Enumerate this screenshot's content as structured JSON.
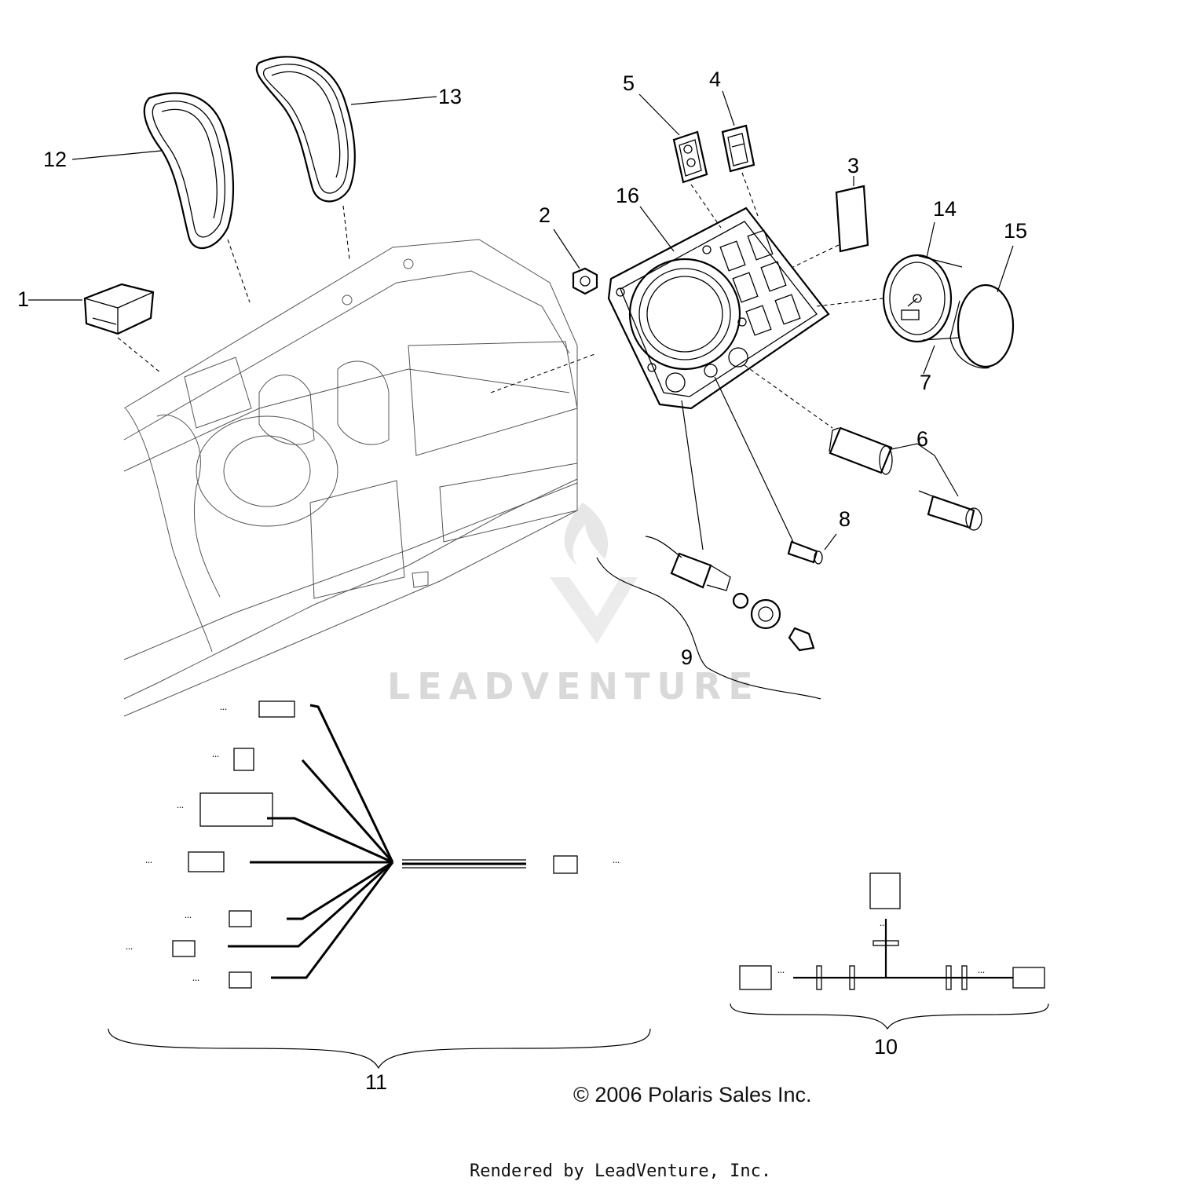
{
  "callouts": [
    {
      "id": "1",
      "label": "1"
    },
    {
      "id": "2",
      "label": "2"
    },
    {
      "id": "3",
      "label": "3"
    },
    {
      "id": "4",
      "label": "4"
    },
    {
      "id": "5",
      "label": "5"
    },
    {
      "id": "6",
      "label": "6"
    },
    {
      "id": "7",
      "label": "7"
    },
    {
      "id": "8",
      "label": "8"
    },
    {
      "id": "9",
      "label": "9"
    },
    {
      "id": "10",
      "label": "10"
    },
    {
      "id": "11",
      "label": "11"
    },
    {
      "id": "12",
      "label": "12"
    },
    {
      "id": "13",
      "label": "13"
    },
    {
      "id": "14",
      "label": "14"
    },
    {
      "id": "15",
      "label": "15"
    },
    {
      "id": "16",
      "label": "16"
    }
  ],
  "copyright": "© 2006 Polaris Sales Inc.",
  "render_note": "Rendered by LeadVenture, Inc.",
  "watermark": "LEADVENTURE"
}
